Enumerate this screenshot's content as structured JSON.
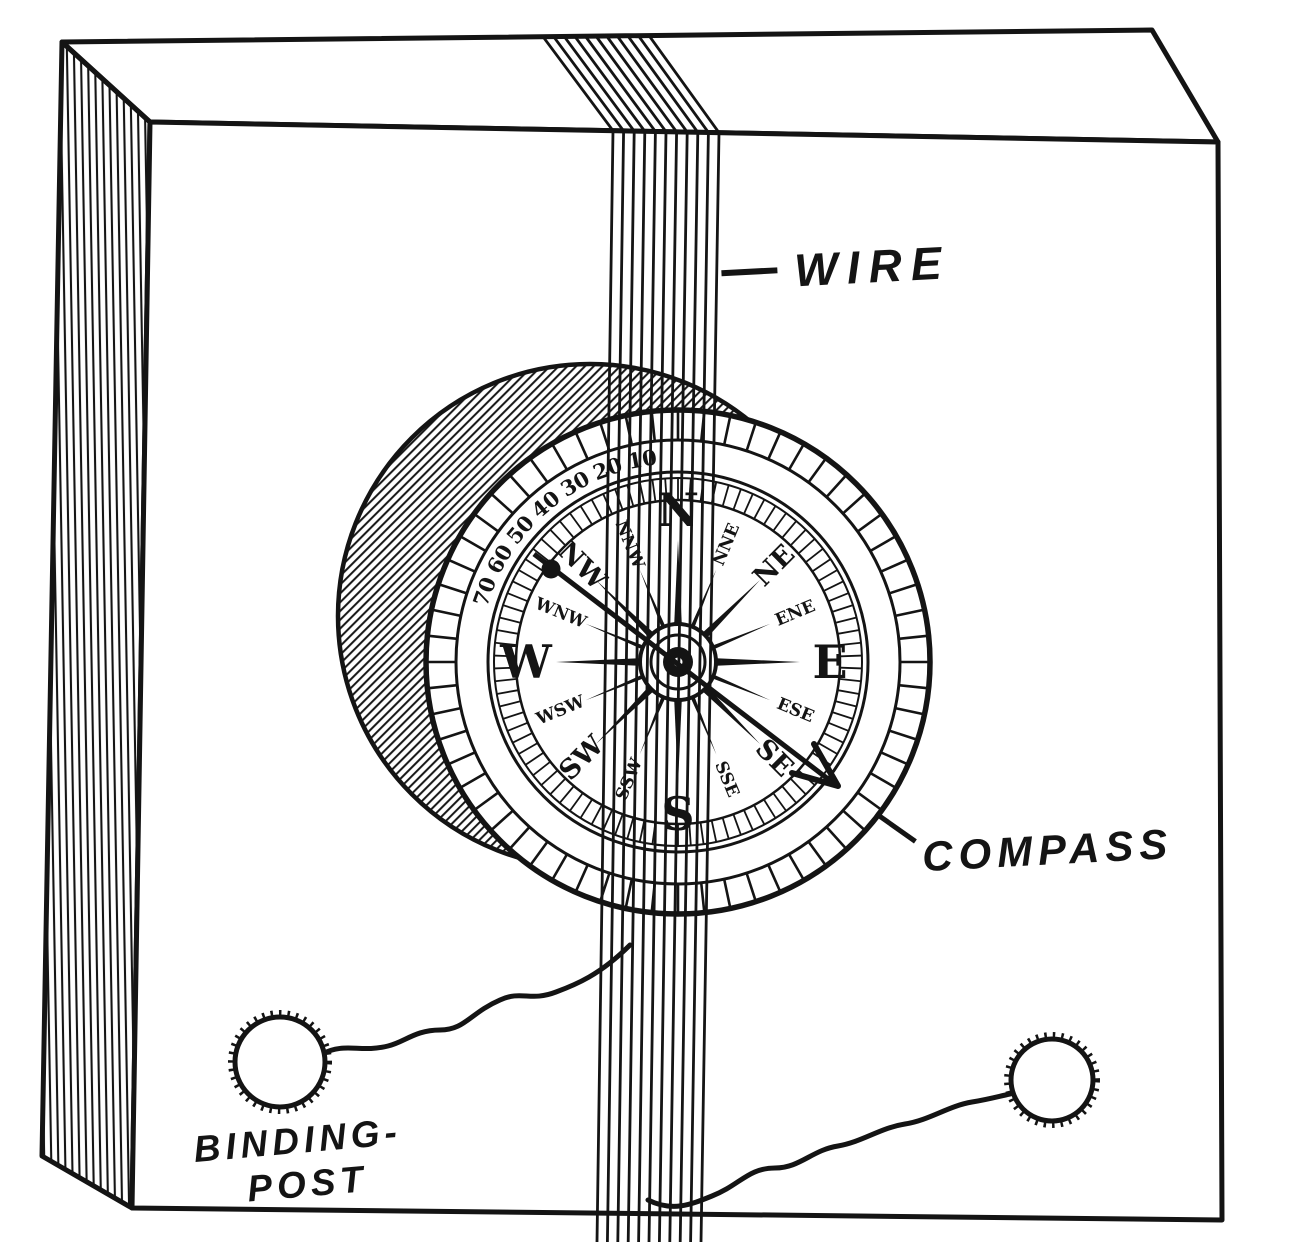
{
  "figure": {
    "type": "illustration",
    "labels": {
      "wire": "WIRE",
      "compass": "COMPASS",
      "binding_post_line1": "BINDING-",
      "binding_post_line2": "POST"
    },
    "compass": {
      "scale_numbers": [
        "10",
        "20",
        "30",
        "40",
        "50",
        "60",
        "70"
      ],
      "directions": [
        {
          "label": "N",
          "az": 0,
          "tier": "cardinal"
        },
        {
          "label": "NNE",
          "az": 22.5,
          "tier": "secondary"
        },
        {
          "label": "NE",
          "az": 45,
          "tier": "primary"
        },
        {
          "label": "ENE",
          "az": 67.5,
          "tier": "secondary"
        },
        {
          "label": "E",
          "az": 90,
          "tier": "cardinal"
        },
        {
          "label": "ESE",
          "az": 112.5,
          "tier": "secondary"
        },
        {
          "label": "SE",
          "az": 135,
          "tier": "primary"
        },
        {
          "label": "SSE",
          "az": 157.5,
          "tier": "secondary"
        },
        {
          "label": "S",
          "az": 180,
          "tier": "cardinal"
        },
        {
          "label": "SSW",
          "az": 202.5,
          "tier": "secondary"
        },
        {
          "label": "SW",
          "az": 225,
          "tier": "primary"
        },
        {
          "label": "WSW",
          "az": 247.5,
          "tier": "secondary"
        },
        {
          "label": "W",
          "az": 270,
          "tier": "cardinal"
        },
        {
          "label": "WNW",
          "az": 292.5,
          "tier": "secondary"
        },
        {
          "label": "NW",
          "az": 315,
          "tier": "primary"
        },
        {
          "label": "NNW",
          "az": 337.5,
          "tier": "secondary"
        }
      ]
    },
    "colors": {
      "ink": "#141414",
      "paper": "#ffffff"
    }
  }
}
